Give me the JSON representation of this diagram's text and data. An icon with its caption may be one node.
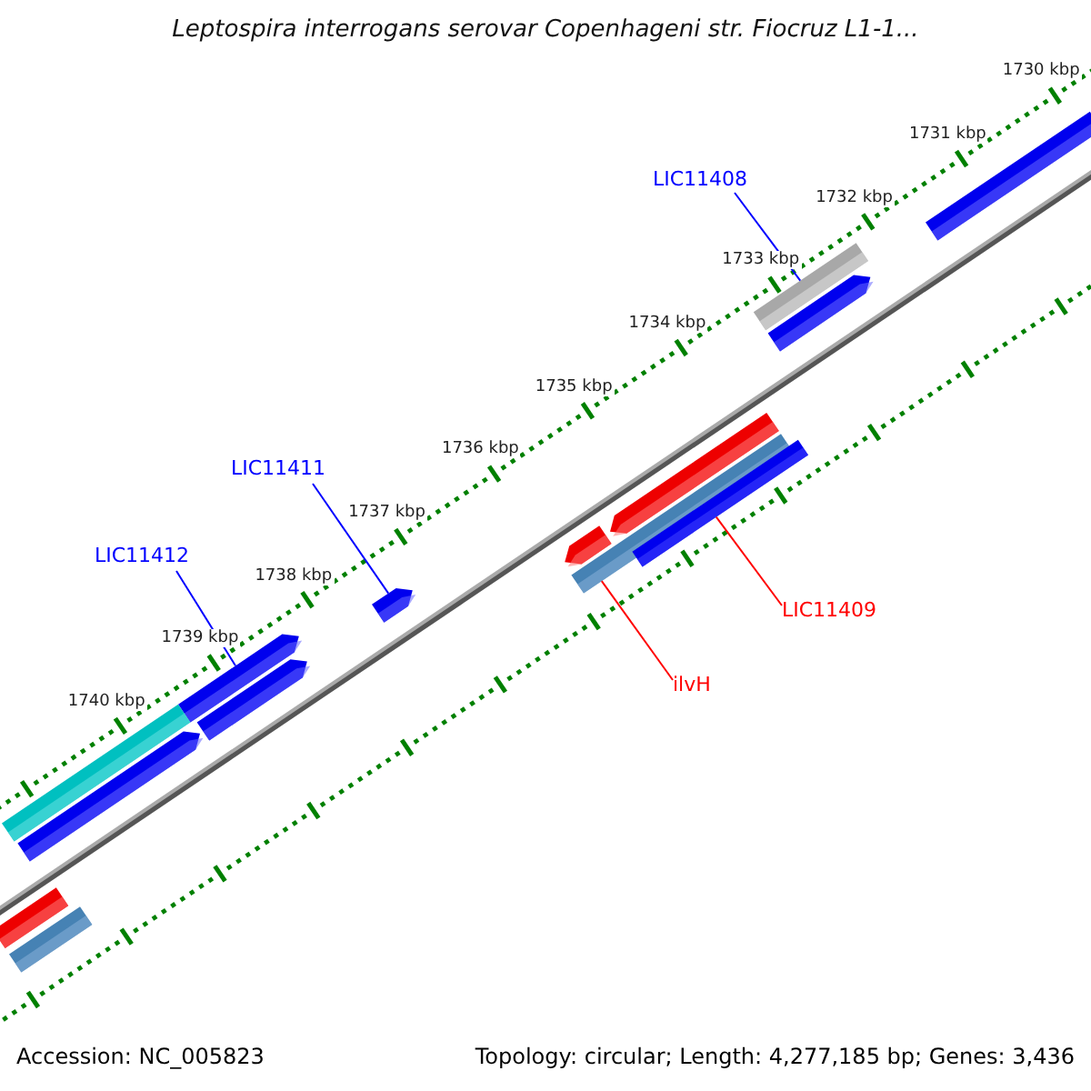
{
  "diagram": {
    "title": "Leptospira interrogans serovar Copenhageni str. Fiocruz L1-1...",
    "nodes": [
      {
        "text": [
          "LIC11408"
        ]
      },
      {
        "text": [],
        "shape": "bar"
      },
      {
        "text": [],
        "shape": "bar"
      },
      {
        "text": [],
        "shape": "bar"
      },
      {
        "text": [
          "LIC11411"
        ]
      },
      {
        "text": [],
        "shape": "bar"
      },
      {
        "text": [],
        "shape": "bar"
      },
      {
        "text": [],
        "shape": "bar"
      },
      {
        "text": [],
        "shape": "bar"
      },
      {
        "text": [],
        "shape": "bar"
      },
      {
        "text": [
          "LIC11412"
        ]
      },
      {
        "text": [
          "LIC11409"
        ]
      },
      {
        "text": [],
        "shape": "bar"
      },
      {
        "text": [],
        "shape": "bar"
      },
      {
        "text": [
          "ilvH"
        ]
      },
      {
        "text": [],
        "shape": "bar"
      },
      {
        "text": [],
        "shape": "bar"
      },
      {
        "text": [],
        "shape": "bar"
      },
      {
        "text": [],
        "shape": "bar"
      }
    ],
    "edges": [
      {
        "from": 0,
        "to": 2,
        "arrow": "none"
      },
      {
        "from": 4,
        "to": 9,
        "arrow": "none"
      },
      {
        "from": 10,
        "to": 12,
        "arrow": "none"
      },
      {
        "from": 11,
        "to": 6,
        "arrow": "none",
        "color": "#ff0000"
      },
      {
        "from": 14,
        "to": 7,
        "arrow": "none",
        "color": "#ff0000"
      }
    ],
    "labels": [
      "1730 kbp",
      "1731 kbp",
      "1732 kbp",
      "1733 kbp",
      "1734 kbp",
      "1735 kbp",
      "1736 kbp",
      "1737 kbp",
      "1738 kbp",
      "1739 kbp",
      "1740 kbp",
      "Accession: NC_005823",
      "Topology: circular; Length: 4,277,185 bp; Genes: 3,436"
    ]
  }
}
